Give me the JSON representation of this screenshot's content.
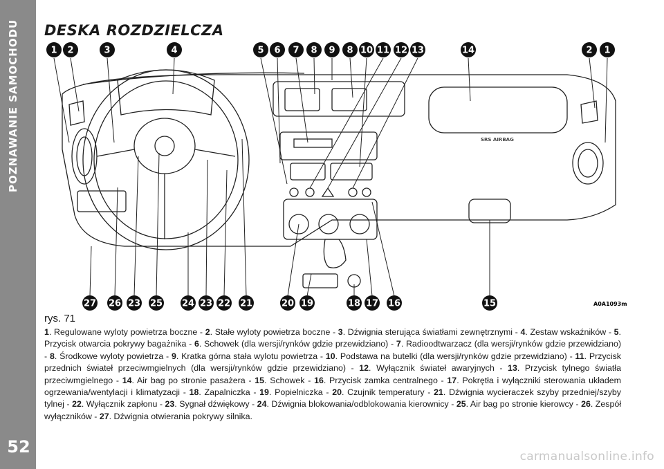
{
  "sidebar": {
    "section_title": "POZNAWANIE SAMOCHODU",
    "page_number": "52"
  },
  "page": {
    "title": "DESKA ROZDZIELCZA"
  },
  "figure": {
    "label": "rys. 71",
    "code": "A0A1093m",
    "airbag_text": "SRS AIRBAG",
    "top_callouts": [
      "1",
      "2",
      "3",
      "4",
      "5",
      "6",
      "7",
      "8",
      "9",
      "8",
      "10",
      "11",
      "12",
      "13",
      "14",
      "2",
      "1"
    ],
    "bottom_callouts": [
      "27",
      "26",
      "23",
      "25",
      "24",
      "23",
      "22",
      "21",
      "20",
      "19",
      "18",
      "17",
      "16",
      "15"
    ]
  },
  "caption": {
    "items": [
      {
        "num": "1",
        "text": "Regulowane wyloty powietrza boczne"
      },
      {
        "num": "2",
        "text": "Stałe wyloty powietrza boczne"
      },
      {
        "num": "3",
        "text": "Dźwignia sterująca światłami zewnętrznymi"
      },
      {
        "num": "4",
        "text": "Zestaw wskaźników"
      },
      {
        "num": "5",
        "text": "Przycisk otwarcia pokrywy bagażnika"
      },
      {
        "num": "6",
        "text": "Schowek (dla wersji/rynków gdzie przewidziano)"
      },
      {
        "num": "7",
        "text": "Radioodtwarzacz (dla wersji/rynków gdzie przewidziano)"
      },
      {
        "num": "8",
        "text": "Środkowe wyloty powietrza"
      },
      {
        "num": "9",
        "text": "Kratka górna stała wylotu powietrza"
      },
      {
        "num": "10",
        "text": "Podstawa na butelki (dla wersji/rynków gdzie przewidziano)"
      },
      {
        "num": "11",
        "text": "Przycisk przednich świateł przeciwmgielnych (dla wersji/rynków gdzie przewidziano)"
      },
      {
        "num": "12",
        "text": "Wyłącznik świateł awaryjnych"
      },
      {
        "num": "13",
        "text": "Przycisk tylnego światła przeciwmgielnego"
      },
      {
        "num": "14",
        "text": "Air bag po stronie pasażera"
      },
      {
        "num": "15",
        "text": "Schowek"
      },
      {
        "num": "16",
        "text": "Przycisk zamka centralnego"
      },
      {
        "num": "17",
        "text": "Pokrętła i wyłączniki sterowania układem ogrzewania/wentylacji i klimatyzacji"
      },
      {
        "num": "18",
        "text": "Zapalniczka"
      },
      {
        "num": "19",
        "text": "Popielniczka"
      },
      {
        "num": "20",
        "text": "Czujnik temperatury"
      },
      {
        "num": "21",
        "text": "Dźwignia wycieraczek szyby przedniej/szyby tylnej"
      },
      {
        "num": "22",
        "text": "Wyłącznik zapłonu"
      },
      {
        "num": "23",
        "text": "Sygnał dźwiękowy"
      },
      {
        "num": "24",
        "text": "Dźwignia blokowania/odblokowania kierownicy"
      },
      {
        "num": "25",
        "text": "Air bag po stronie kierowcy"
      },
      {
        "num": "26",
        "text": "Zespół wyłączników"
      },
      {
        "num": "27",
        "text": "Dźwignia otwierania pokrywy silnika."
      }
    ]
  },
  "watermark": "carmanualsonline.info"
}
